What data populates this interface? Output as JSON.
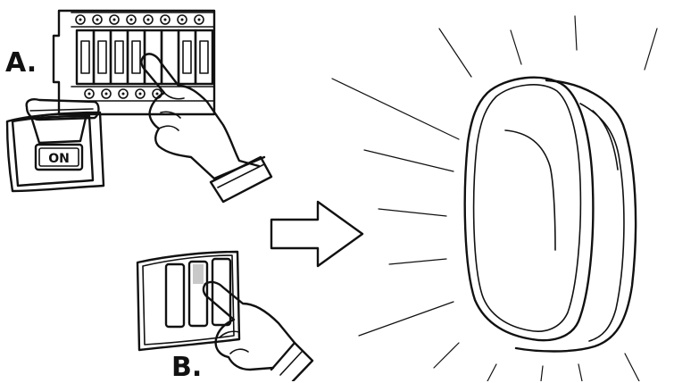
{
  "labels": {
    "step_a": "A.",
    "step_b": "B.",
    "switch_state": "ON"
  },
  "colors": {
    "ink": "#111111",
    "background": "#ffffff",
    "switch_grey": "#c8c8c8"
  },
  "icons": {
    "breaker_panel": "circuit-breaker-panel-icon",
    "breaker_lever": "breaker-on-lever-icon",
    "wall_switch": "wall-light-switch-icon",
    "hand": "pointing-hand-icon",
    "arrow": "right-arrow-icon",
    "lamp": "wall-lamp-icon"
  }
}
